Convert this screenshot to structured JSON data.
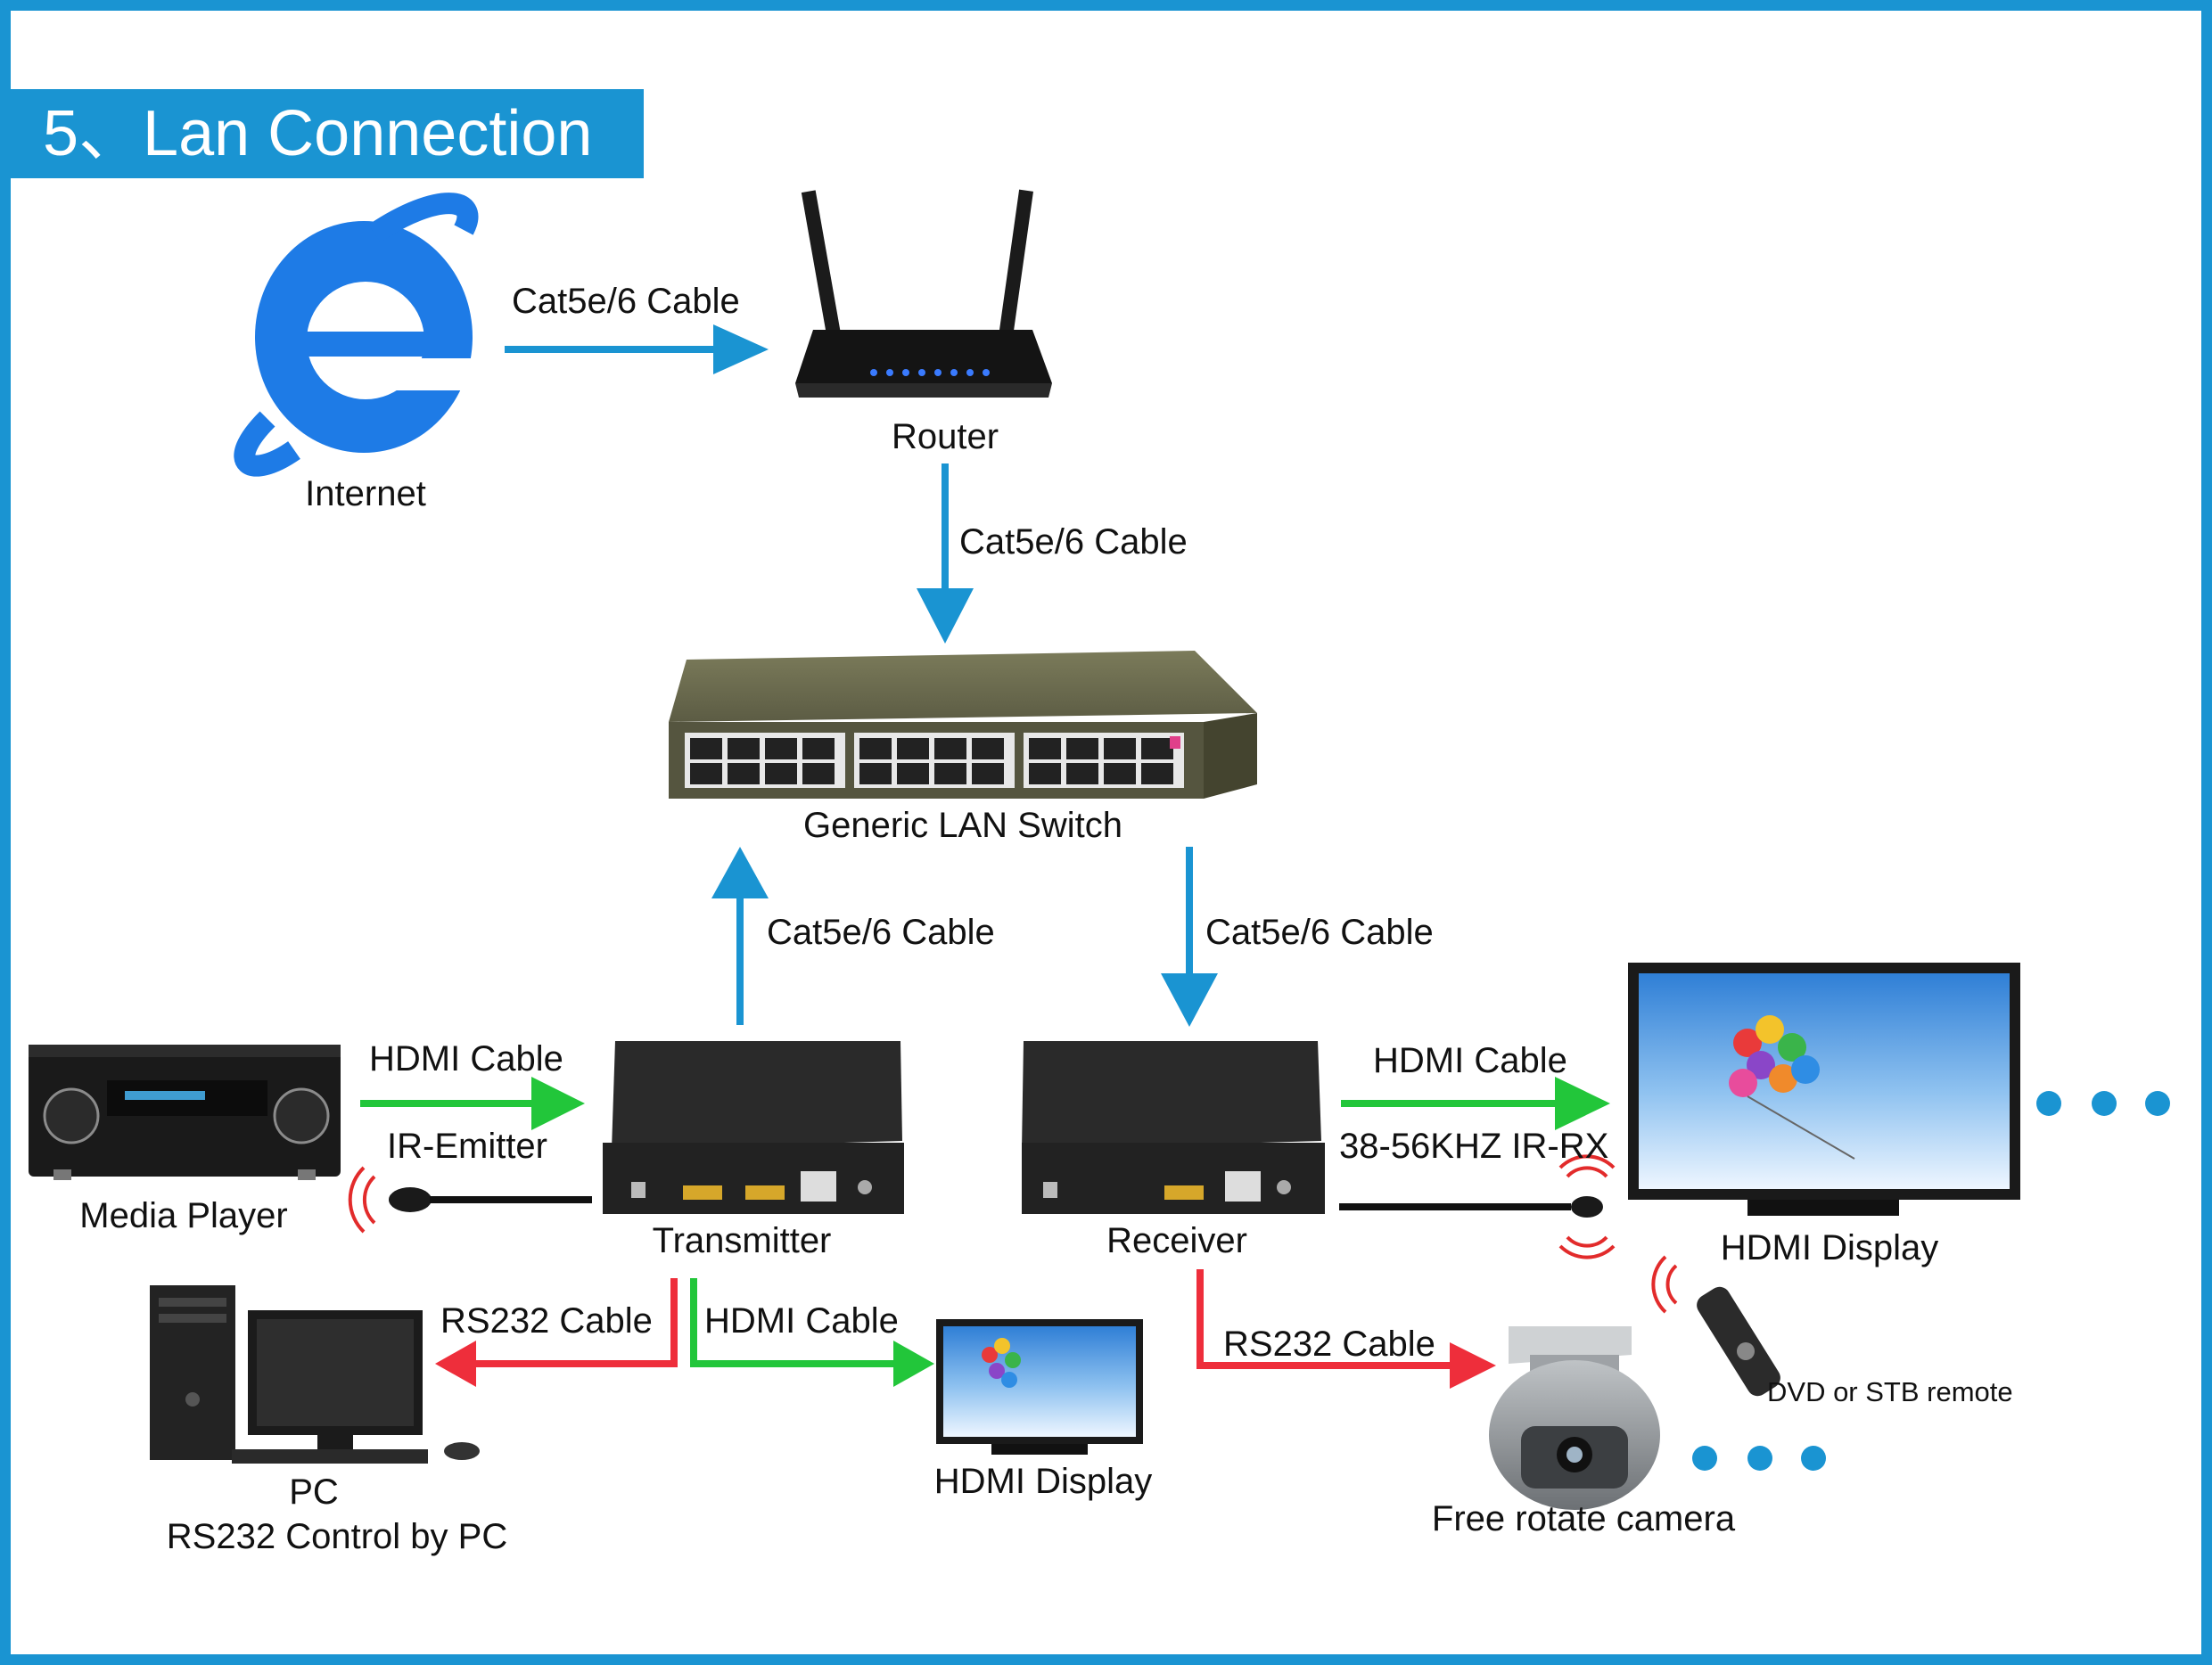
{
  "title": "5、Lan Connection",
  "labels": {
    "internet": "Internet",
    "router": "Router",
    "switch": "Generic LAN Switch",
    "media_player": "Media Player",
    "transmitter": "Transmitter",
    "receiver": "Receiver",
    "hdmi_display_main": "HDMI Display",
    "hdmi_display_local": "HDMI Display",
    "pc": "PC",
    "pc_sub": "RS232 Control by PC",
    "camera": "Free rotate camera",
    "remote": "DVD or STB remote"
  },
  "cables": {
    "internet_router": "Cat5e/6 Cable",
    "router_switch": "Cat5e/6 Cable",
    "tx_switch": "Cat5e/6 Cable",
    "switch_rx": "Cat5e/6 Cable",
    "player_tx": "HDMI Cable",
    "ir_emitter": "IR-Emitter",
    "rx_display": "HDMI Cable",
    "ir_rx": "38-56KHZ IR-RX",
    "tx_pc": "RS232 Cable",
    "tx_local_display": "HDMI Cable",
    "rx_camera": "RS232 Cable"
  },
  "colors": {
    "accent": "#1a94d2",
    "lan": "#1a94d2",
    "hdmi": "#22c63a",
    "rs232": "#ee2e3b",
    "ir": "#111111"
  }
}
